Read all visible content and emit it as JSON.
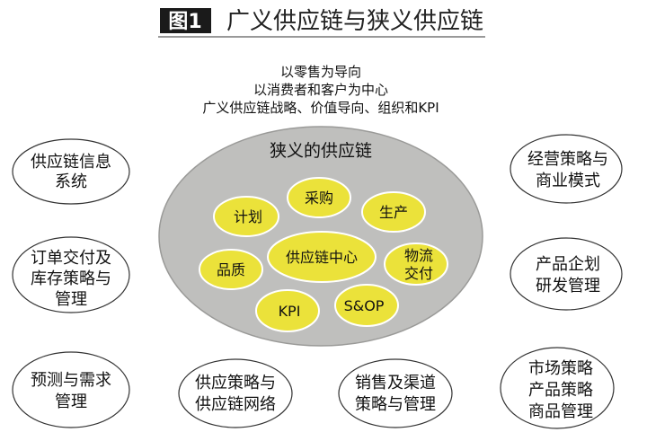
{
  "header": {
    "badge": "图1",
    "title": "广义供应链与狭义供应链"
  },
  "principles": [
    "以零售为导向",
    "以消费者和客户为中心",
    "广义供应链战略、价值导向、组织和KPI"
  ],
  "core": {
    "title": "狭义的供应链",
    "center": "供应链中心",
    "items": [
      "采购",
      "计划",
      "生产",
      "品质",
      "物流",
      "交付",
      "KPI",
      "S&OP"
    ]
  },
  "outer": {
    "info_system": [
      "供应链信息",
      "系统"
    ],
    "order_inventory": [
      "订单交付及",
      "库存策略与",
      "管理"
    ],
    "forecast_demand": [
      "预测与需求",
      "管理"
    ],
    "supply_network": [
      "供应策略与",
      "供应链网络"
    ],
    "sales_channel": [
      "销售及渠道",
      "策略与管理"
    ],
    "market_product": [
      "市场策略",
      "产品策略",
      "商品管理"
    ],
    "business_model": [
      "经营策略与",
      "商业模式"
    ],
    "product_rd": [
      "产品企划",
      "研发管理"
    ]
  },
  "colors": {
    "core_fill": "#bfbfbd",
    "item_fill": "#ebe23a",
    "badge_bg": "#1a1a1a"
  }
}
